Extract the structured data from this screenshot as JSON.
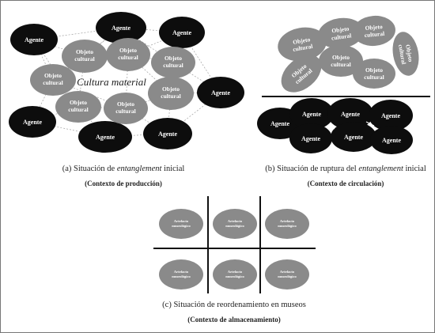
{
  "panel_a": {
    "labels": {
      "agente": "Agente",
      "objeto_line1": "Objeto",
      "objeto_line2": "cultural",
      "cultura_material": "Cultura material"
    },
    "caption_pre": "(a) Situación de ",
    "caption_em": "entanglement",
    "caption_post": " inicial",
    "context": "(Contexto de producción)"
  },
  "panel_b": {
    "labels": {
      "agente": "Agente",
      "objeto_line1": "Objeto",
      "objeto_line2": "cultural"
    },
    "caption_pre": "(b) Situación de ruptura del ",
    "caption_em": "entanglement",
    "caption_post": " inicial",
    "context": "(Contexto de circulación)"
  },
  "panel_c": {
    "labels": {
      "artefacto_line1": "Artefacto",
      "artefacto_line2": "museológico"
    },
    "caption": "(c) Situación de reordenamiento en museos",
    "context": "(Contexto de almacenamiento)"
  },
  "colors": {
    "agent_fill": "#0d0d0d",
    "object_fill": "#8a8a8a",
    "text_light": "#ffffff",
    "line": "#9a9a9a"
  }
}
